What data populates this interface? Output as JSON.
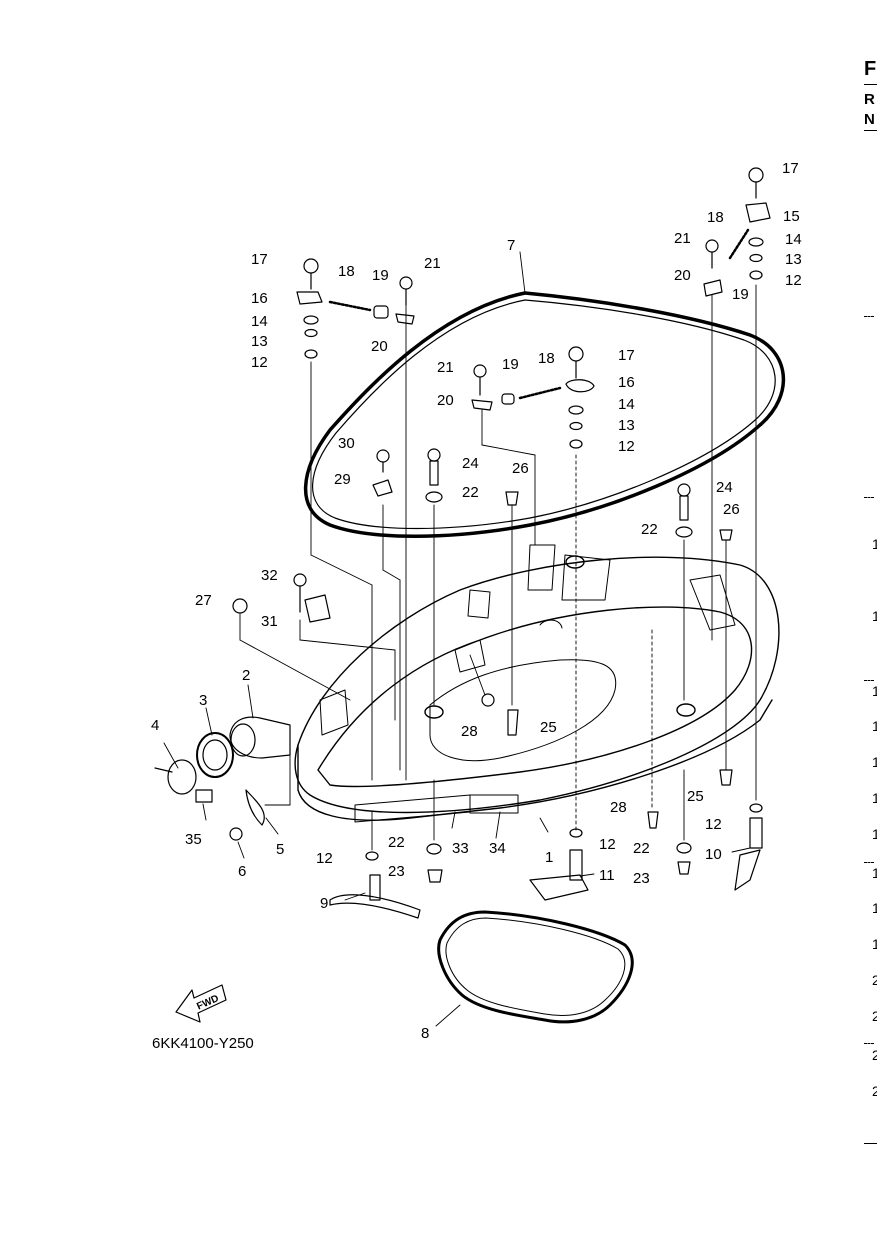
{
  "diagram": {
    "drawing_code": "6KK4100-Y250",
    "fwd_label": "FWD",
    "callouts": [
      {
        "id": "c1",
        "text": "1"
      },
      {
        "id": "c2",
        "text": "2"
      },
      {
        "id": "c3",
        "text": "3"
      },
      {
        "id": "c4",
        "text": "4"
      },
      {
        "id": "c5",
        "text": "5"
      },
      {
        "id": "c6",
        "text": "6"
      },
      {
        "id": "c7",
        "text": "7"
      },
      {
        "id": "c8",
        "text": "8"
      },
      {
        "id": "c9",
        "text": "9"
      },
      {
        "id": "c10",
        "text": "10"
      },
      {
        "id": "c11",
        "text": "11"
      },
      {
        "id": "c12a",
        "text": "12"
      },
      {
        "id": "c12b",
        "text": "12"
      },
      {
        "id": "c12c",
        "text": "12"
      },
      {
        "id": "c12d",
        "text": "12"
      },
      {
        "id": "c12e",
        "text": "12"
      },
      {
        "id": "c12f",
        "text": "12"
      },
      {
        "id": "c13a",
        "text": "13"
      },
      {
        "id": "c13b",
        "text": "13"
      },
      {
        "id": "c13c",
        "text": "13"
      },
      {
        "id": "c14a",
        "text": "14"
      },
      {
        "id": "c14b",
        "text": "14"
      },
      {
        "id": "c14c",
        "text": "14"
      },
      {
        "id": "c15",
        "text": "15"
      },
      {
        "id": "c16a",
        "text": "16"
      },
      {
        "id": "c16b",
        "text": "16"
      },
      {
        "id": "c17a",
        "text": "17"
      },
      {
        "id": "c17b",
        "text": "17"
      },
      {
        "id": "c17c",
        "text": "17"
      },
      {
        "id": "c18a",
        "text": "18"
      },
      {
        "id": "c18b",
        "text": "18"
      },
      {
        "id": "c18c",
        "text": "18"
      },
      {
        "id": "c19a",
        "text": "19"
      },
      {
        "id": "c19b",
        "text": "19"
      },
      {
        "id": "c19c",
        "text": "19"
      },
      {
        "id": "c20a",
        "text": "20"
      },
      {
        "id": "c20b",
        "text": "20"
      },
      {
        "id": "c20c",
        "text": "20"
      },
      {
        "id": "c21a",
        "text": "21"
      },
      {
        "id": "c21b",
        "text": "21"
      },
      {
        "id": "c21c",
        "text": "21"
      },
      {
        "id": "c22a",
        "text": "22"
      },
      {
        "id": "c22b",
        "text": "22"
      },
      {
        "id": "c22c",
        "text": "22"
      },
      {
        "id": "c22d",
        "text": "22"
      },
      {
        "id": "c23a",
        "text": "23"
      },
      {
        "id": "c23b",
        "text": "23"
      },
      {
        "id": "c24a",
        "text": "24"
      },
      {
        "id": "c24b",
        "text": "24"
      },
      {
        "id": "c25a",
        "text": "25"
      },
      {
        "id": "c25b",
        "text": "25"
      },
      {
        "id": "c26a",
        "text": "26"
      },
      {
        "id": "c26b",
        "text": "26"
      },
      {
        "id": "c27",
        "text": "27"
      },
      {
        "id": "c28a",
        "text": "28"
      },
      {
        "id": "c28b",
        "text": "28"
      },
      {
        "id": "c29",
        "text": "29"
      },
      {
        "id": "c30",
        "text": "30"
      },
      {
        "id": "c31",
        "text": "31"
      },
      {
        "id": "c32",
        "text": "32"
      },
      {
        "id": "c33",
        "text": "33"
      },
      {
        "id": "c34",
        "text": "34"
      },
      {
        "id": "c35",
        "text": "35"
      }
    ]
  },
  "edge": {
    "title_initial": "F",
    "row_r": "R",
    "row_n": "N",
    "index_digits": [
      "1",
      "1",
      "1",
      "1",
      "1",
      "1",
      "1",
      "1",
      "1",
      "1",
      "2",
      "2",
      "2",
      "2"
    ]
  }
}
